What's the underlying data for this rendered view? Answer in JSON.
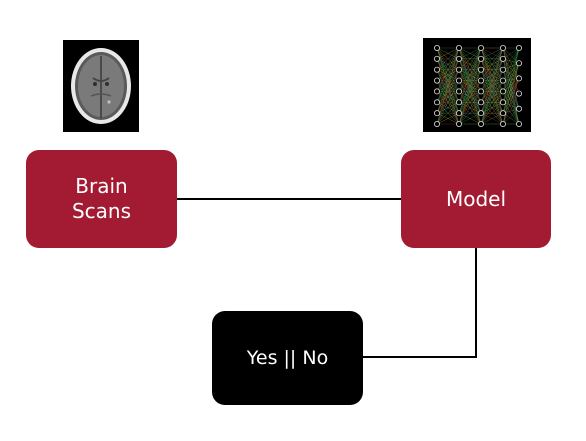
{
  "diagram": {
    "nodes": [
      {
        "id": "brain-scans",
        "label": "Brain\nScans"
      },
      {
        "id": "model",
        "label": "Model"
      },
      {
        "id": "answer",
        "label": "Yes || No"
      }
    ],
    "edges": [
      {
        "from": "brain-scans",
        "to": "model"
      },
      {
        "from": "model",
        "to": "answer"
      }
    ],
    "icons": {
      "brain_scan": "brain-ct-scan-image",
      "model": "neural-network-image"
    },
    "colors": {
      "primary_box": "#a31b32",
      "answer_box": "#000000",
      "connector": "#000000"
    }
  }
}
